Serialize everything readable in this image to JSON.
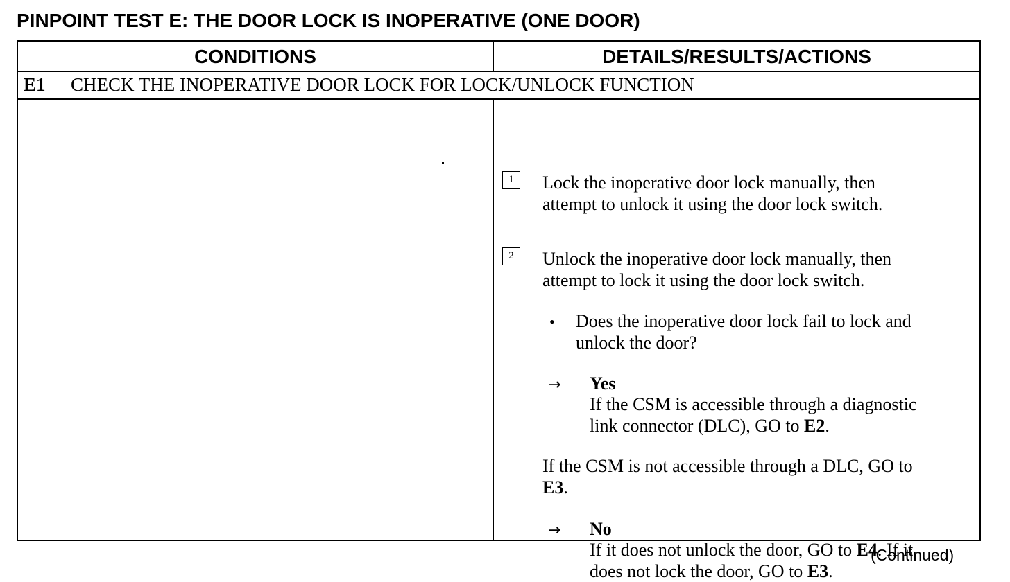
{
  "title": "PINPOINT TEST E: THE DOOR LOCK IS INOPERATIVE (ONE DOOR)",
  "table": {
    "headers": {
      "conditions": "CONDITIONS",
      "details": "DETAILS/RESULTS/ACTIONS"
    },
    "step": {
      "id": "E1",
      "title": "CHECK THE INOPERATIVE DOOR LOCK FOR LOCK/UNLOCK FUNCTION"
    },
    "actions": [
      {
        "number": "1",
        "lines": [
          "Lock the inoperative door lock manually, then",
          "attempt to unlock it using the door lock switch."
        ]
      },
      {
        "number": "2",
        "lines": [
          "Unlock the inoperative door lock manually, then",
          "attempt to lock it using the door lock switch."
        ]
      }
    ],
    "question": {
      "bullet": "•",
      "lines": [
        "Does the inoperative door lock fail to lock and",
        "unlock the door?"
      ]
    },
    "results": {
      "arrow": "→",
      "yes": {
        "label": "Yes",
        "line1": "If the CSM is accessible through a diagnostic",
        "line2_pre": "link connector (DLC), GO to ",
        "line2_ref": "E2",
        "line2_post": "."
      },
      "not_accessible": {
        "line1": "If the CSM is not accessible through a DLC, GO to",
        "line2_ref": "E3",
        "line2_post": "."
      },
      "no": {
        "label": "No",
        "line1_pre": "If it does not unlock the door, GO to ",
        "line1_ref": "E4",
        "line1_post": ". If it",
        "line2_pre": "does not lock the door, GO to ",
        "line2_ref": "E3",
        "line2_post": "."
      }
    }
  },
  "footer": {
    "continued": "(Continued)"
  }
}
